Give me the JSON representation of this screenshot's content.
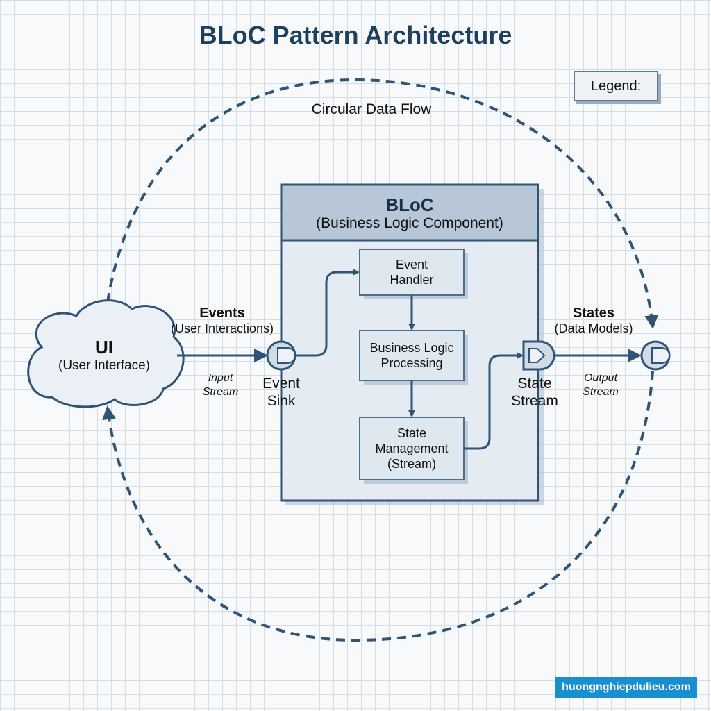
{
  "title": "BLoC Pattern Architecture",
  "legend": {
    "label": "Legend:"
  },
  "circular_flow": {
    "label": "Circular Data Flow"
  },
  "bloc": {
    "title": "BLoC",
    "subtitle": "(Business Logic Component)",
    "event_handler": {
      "line1": "Event",
      "line2": "Handler"
    },
    "business_logic": {
      "line1": "Business Logic",
      "line2": "Processing"
    },
    "state_management": {
      "line1": "State",
      "line2": "Management",
      "line3": "(Stream)"
    }
  },
  "ui": {
    "title": "UI",
    "subtitle": "(User Interface)"
  },
  "events": {
    "title": "Events",
    "subtitle": "(User Interactions)",
    "stream_line1": "Input",
    "stream_line2": "Stream"
  },
  "event_sink": {
    "line1": "Event",
    "line2": "Sink"
  },
  "state_stream": {
    "line1": "State",
    "line2": "Stream"
  },
  "states": {
    "title": "States",
    "subtitle": "(Data Models)",
    "stream_line1": "Output",
    "stream_line2": "Stream"
  },
  "watermark": "huongnghiepdulieu.com",
  "colors": {
    "primary": "#2f5475",
    "title": "#1f3f5f",
    "box_fill": "#dfe7ef",
    "header_fill": "#b7c7d7"
  }
}
